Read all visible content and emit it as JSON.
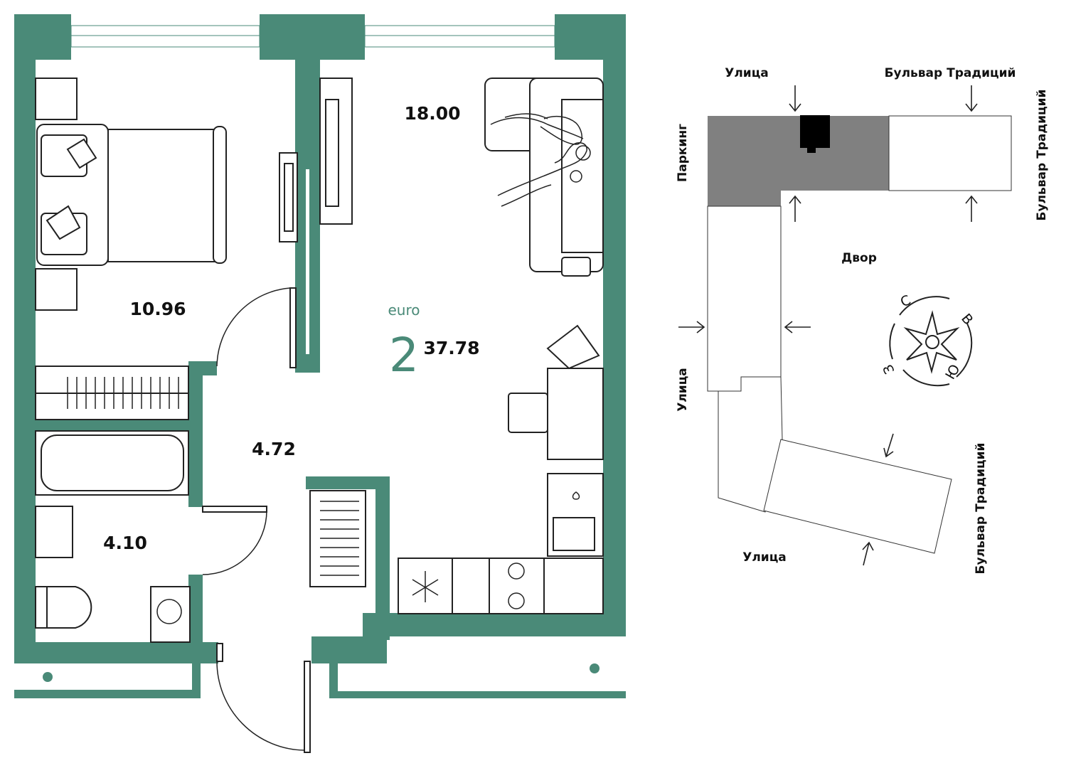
{
  "colors": {
    "wall": "#4a8a78",
    "accent": "#4a8a78",
    "building_highlight": "#808080",
    "entrance_marker": "#000000"
  },
  "plan": {
    "rooms": {
      "bedroom_area": "10.96",
      "living_area": "18.00",
      "hall_area": "4.72",
      "bathroom_area": "4.10"
    },
    "apartment": {
      "type_label": "euro",
      "rooms_count": "2",
      "total_area": "37.78"
    },
    "icons": [
      "bed-icon",
      "sofa-icon",
      "tv-icon",
      "wardrobe-icon",
      "bathtub-icon",
      "toilet-icon",
      "sink-icon",
      "washing-machine-icon",
      "stove-icon",
      "fridge-icon",
      "dining-table-icon",
      "people-icon"
    ]
  },
  "site": {
    "streets": {
      "top_street": "Улица",
      "top_boulevard": "Бульвар Традиций",
      "right_boulevard": "Бульвар Традиций",
      "parking": "Паркинг",
      "yard": "Двор",
      "left_street": "Улица",
      "bottom_boulevard": "Бульвар Традиций",
      "bottom_street": "Улица"
    },
    "compass": {
      "north": "С",
      "east": "В",
      "south": "Ю",
      "west": "З"
    }
  }
}
